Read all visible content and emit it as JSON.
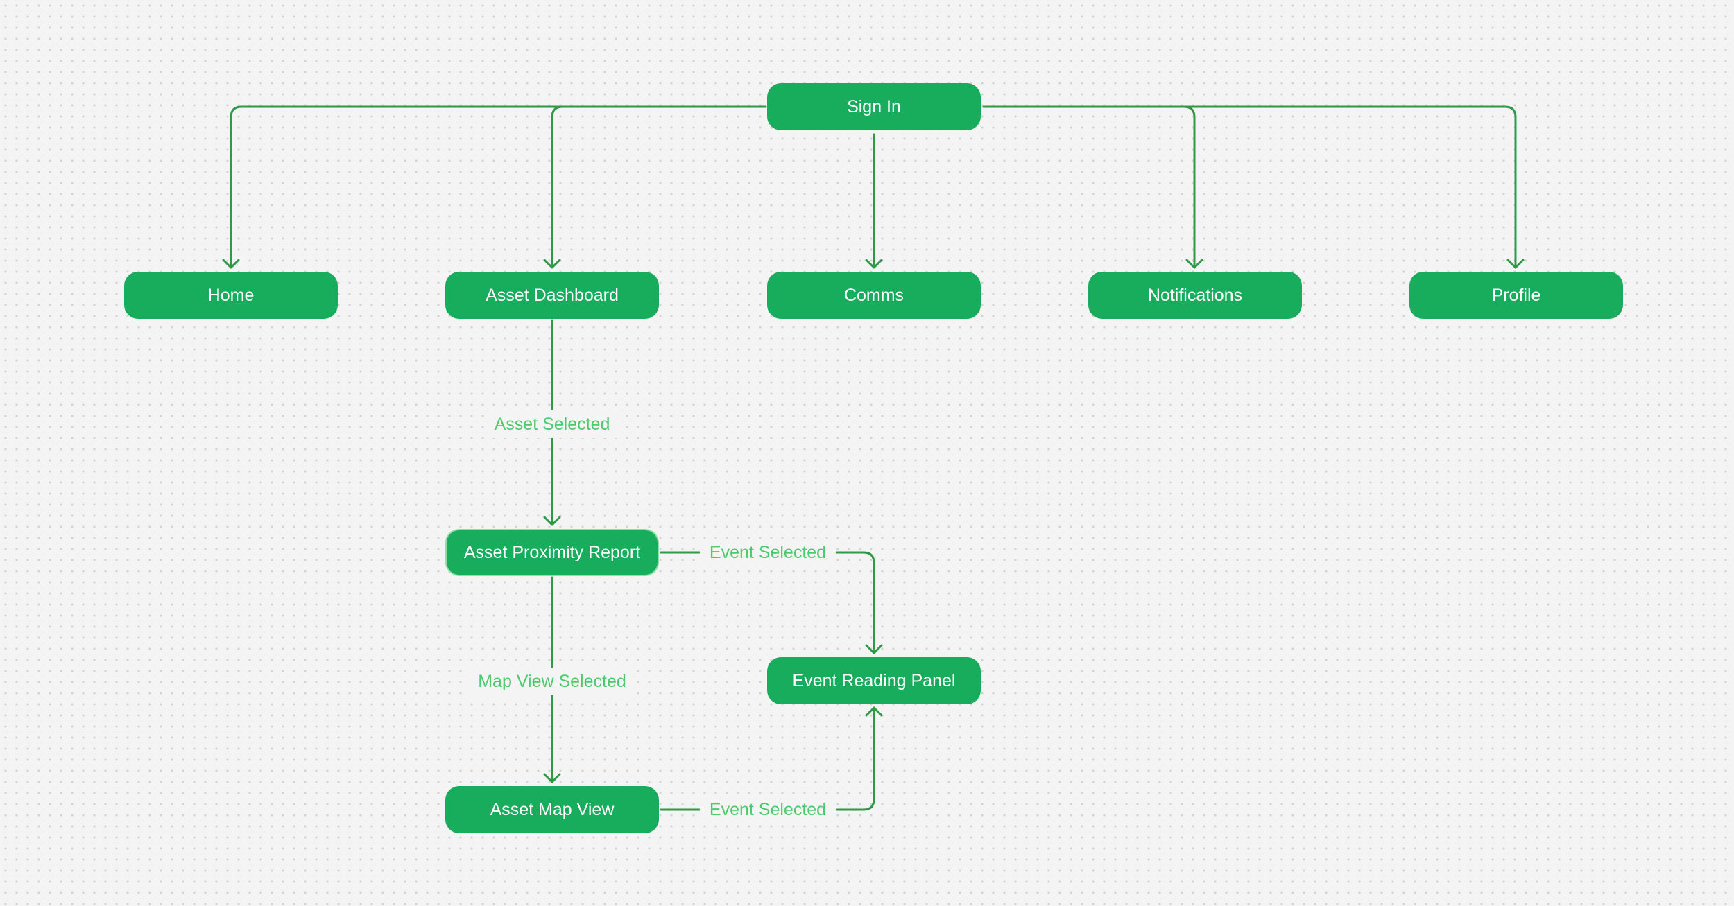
{
  "colors": {
    "node_fill": "#17ad5c",
    "node_text": "#ffffff",
    "connector": "#2e9a46",
    "edge_label": "#4ccb6c",
    "background": "#f4f4f4"
  },
  "nodes": {
    "sign_in": "Sign In",
    "home": "Home",
    "asset_dashboard": "Asset Dashboard",
    "comms": "Comms",
    "notifications": "Notifications",
    "profile": "Profile",
    "asset_proximity_report": "Asset Proximity Report",
    "event_reading_panel": "Event Reading Panel",
    "asset_map_view": "Asset Map View"
  },
  "edge_labels": {
    "asset_selected": "Asset Selected",
    "map_view_selected": "Map View Selected",
    "event_selected_report": "Event Selected",
    "event_selected_map": "Event Selected"
  },
  "edges": [
    {
      "from": "sign_in",
      "to": "home",
      "label": ""
    },
    {
      "from": "sign_in",
      "to": "asset_dashboard",
      "label": ""
    },
    {
      "from": "sign_in",
      "to": "comms",
      "label": ""
    },
    {
      "from": "sign_in",
      "to": "notifications",
      "label": ""
    },
    {
      "from": "sign_in",
      "to": "profile",
      "label": ""
    },
    {
      "from": "asset_dashboard",
      "to": "asset_proximity_report",
      "label": "Asset Selected"
    },
    {
      "from": "asset_proximity_report",
      "to": "asset_map_view",
      "label": "Map View Selected"
    },
    {
      "from": "asset_proximity_report",
      "to": "event_reading_panel",
      "label": "Event Selected"
    },
    {
      "from": "asset_map_view",
      "to": "event_reading_panel",
      "label": "Event Selected"
    }
  ]
}
